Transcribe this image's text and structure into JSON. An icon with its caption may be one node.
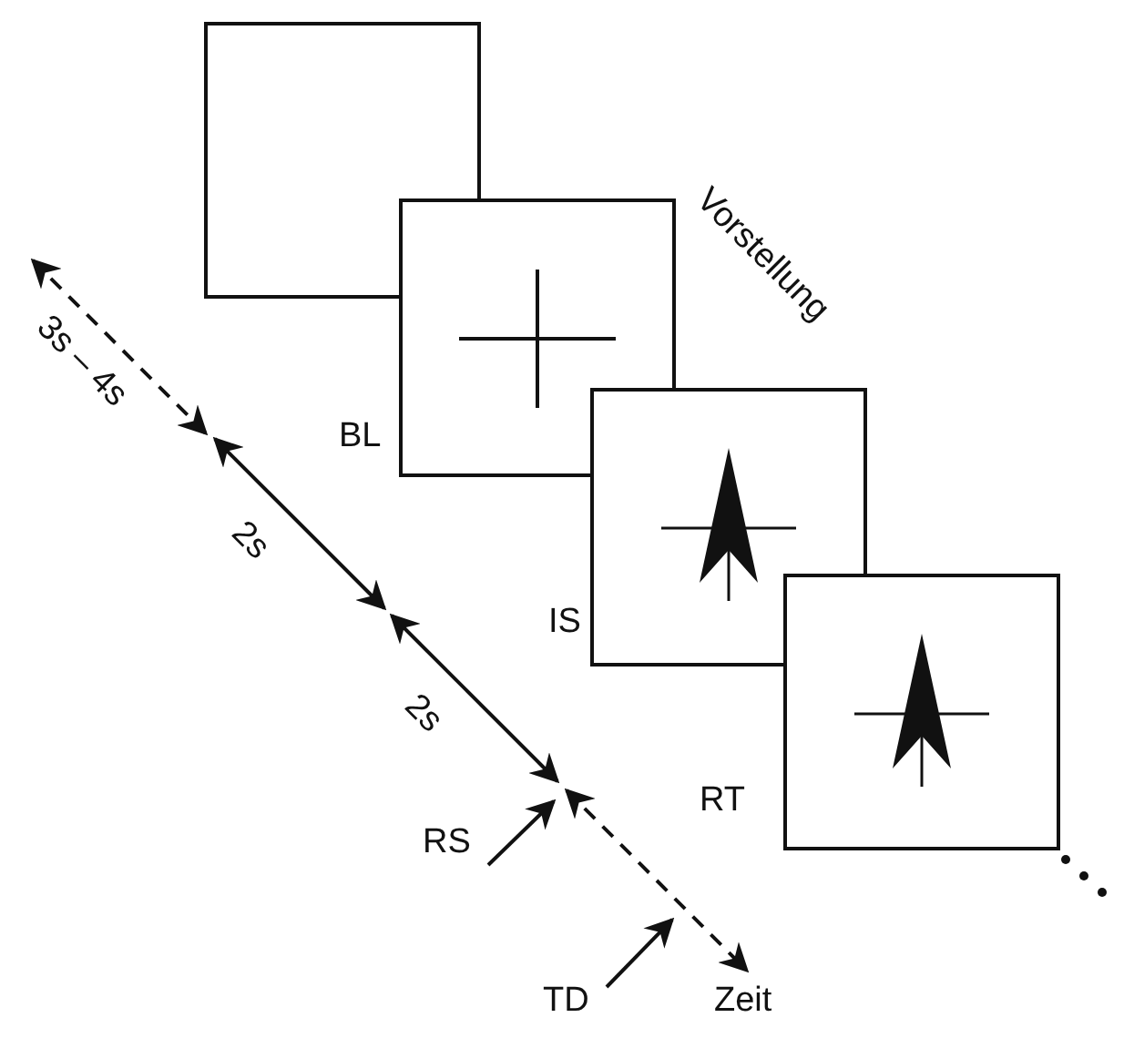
{
  "diagram": {
    "nodes": [
      {
        "text": [],
        "shape": "box"
      },
      {
        "text": [],
        "shape": "box",
        "beside": [
          "BL"
        ]
      },
      {
        "text": [],
        "shape": "box",
        "beside": [
          "IS"
        ]
      },
      {
        "text": [],
        "shape": "box",
        "beside": [
          "RT"
        ]
      },
      {
        "text": [
          "RS"
        ]
      },
      {
        "text": [
          "TD"
        ]
      }
    ],
    "edges": [
      {
        "from": 4,
        "to": null,
        "arrow": "to"
      },
      {
        "from": 5,
        "to": null,
        "arrow": "to"
      }
    ],
    "labels": [
      "Vorstellung",
      "3s – 4s",
      "2s",
      "2s",
      "Zeit"
    ]
  }
}
